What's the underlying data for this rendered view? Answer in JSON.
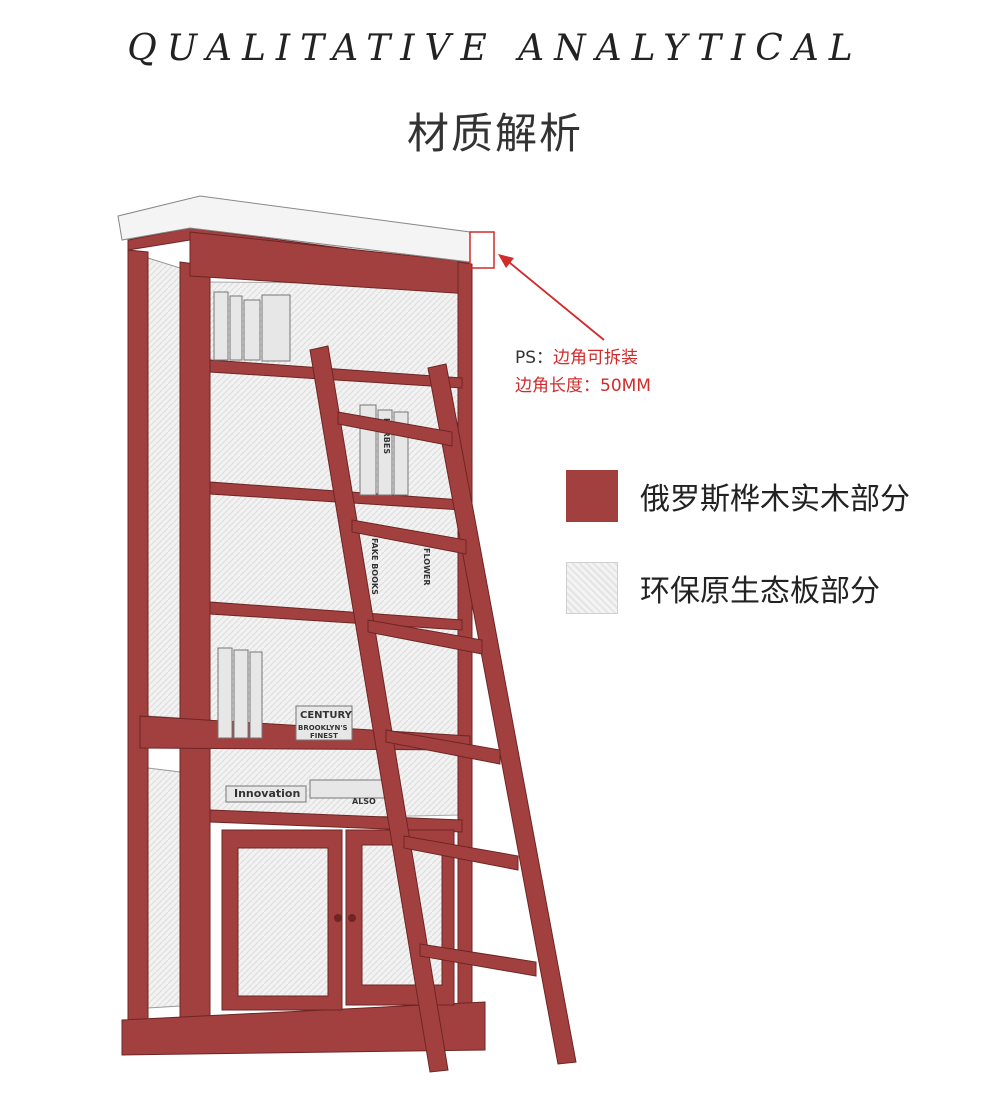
{
  "header": {
    "title_en": "QUALITATIVE ANALYTICAL",
    "title_cn": "材质解析"
  },
  "annotation": {
    "line1_prefix": "PS：",
    "line1_text": "边角可拆装",
    "line2_text": "边角长度：50MM"
  },
  "legend": [
    {
      "label": "俄罗斯桦木实木部分",
      "swatch": "wood",
      "color": "#a2403f"
    },
    {
      "label": "环保原生态板部分",
      "swatch": "panel",
      "color": "#eeeeee"
    }
  ],
  "colors": {
    "wood": "#a2403f",
    "annotation": "#d12b2b"
  },
  "book_labels": [
    "CENTURY",
    "BROOKLYN'S",
    "FINEST",
    "Innovation",
    "ALSO",
    "KORBES",
    "FAKE BOOKS",
    "FLOWER"
  ]
}
